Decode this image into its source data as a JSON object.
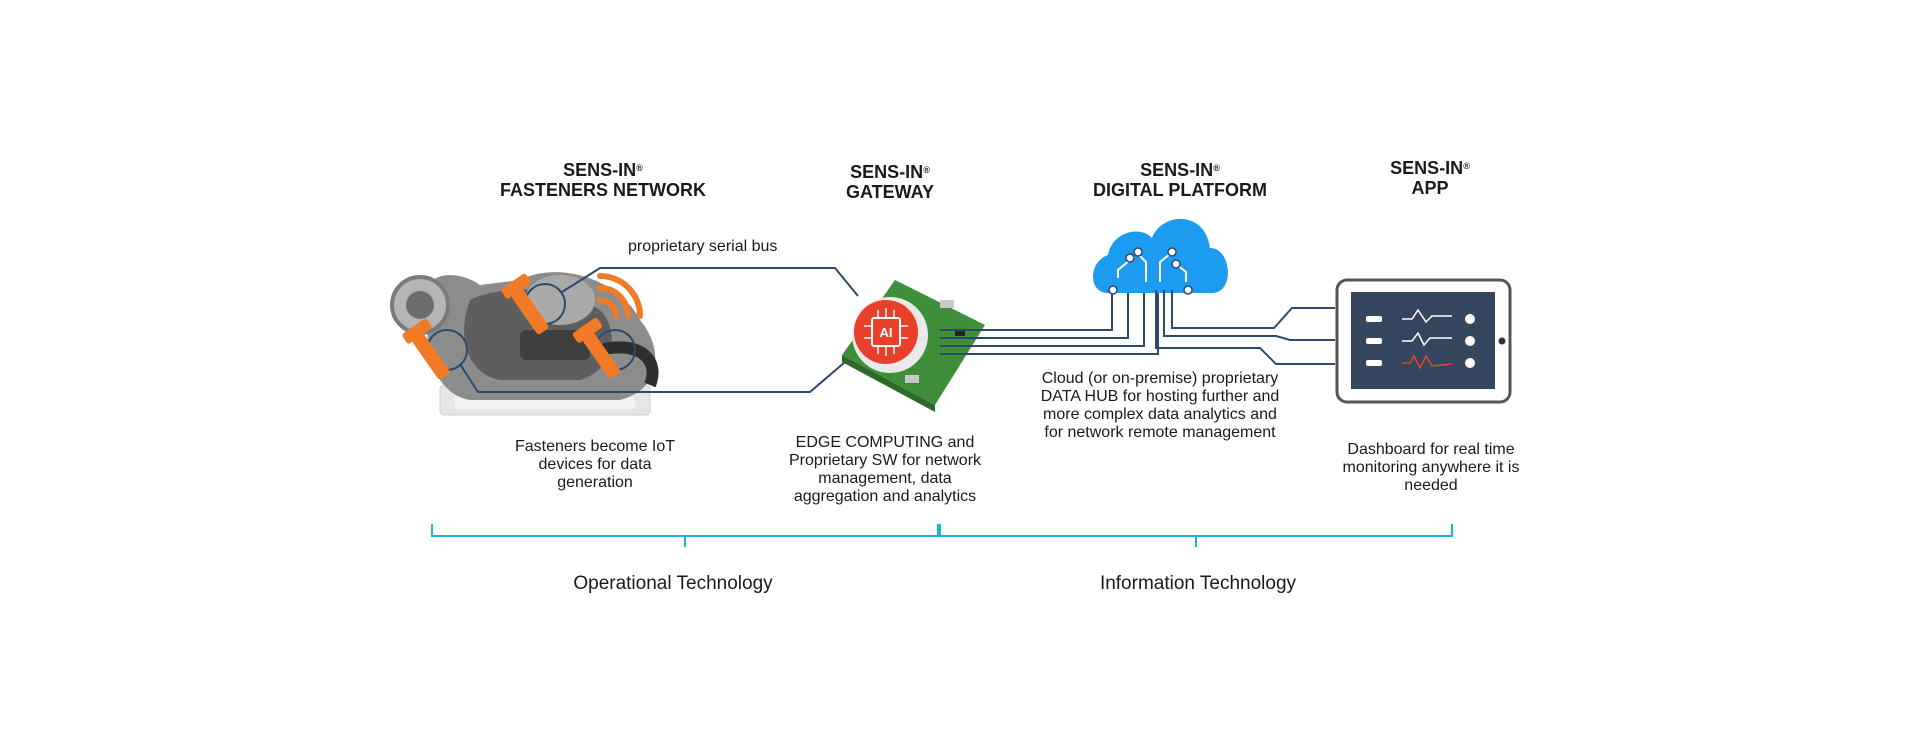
{
  "columns": [
    {
      "brand": "SENS-IN",
      "mark": "®",
      "name": "FASTENERS NETWORK",
      "description": "Fasteners become IoT devices for data generation"
    },
    {
      "brand": "SENS-IN",
      "mark": "®",
      "name": "GATEWAY",
      "description": "EDGE COMPUTING and Proprietary SW for network management, data aggregation and analytics"
    },
    {
      "brand": "SENS-IN",
      "mark": "®",
      "name": "DIGITAL PLATFORM",
      "description": "Cloud (or on-premise) proprietary DATA HUB for hosting further and more complex data analytics and for network remote management"
    },
    {
      "brand": "SENS-IN",
      "mark": "®",
      "name": "APP",
      "description": "Dashboard for real time monitoring anywhere it is needed"
    }
  ],
  "bus_label": "proprietary serial bus",
  "chip_label": "AI",
  "segments": [
    {
      "label": "Operational Technology"
    },
    {
      "label": "Information Technology"
    }
  ],
  "colors": {
    "line": "#2b4a6e",
    "bracket": "#19b6d9",
    "accent": "#e8402a",
    "bolt": "#f07a26",
    "cloud": "#1d9bf0",
    "tablet_screen": "#34475e"
  }
}
